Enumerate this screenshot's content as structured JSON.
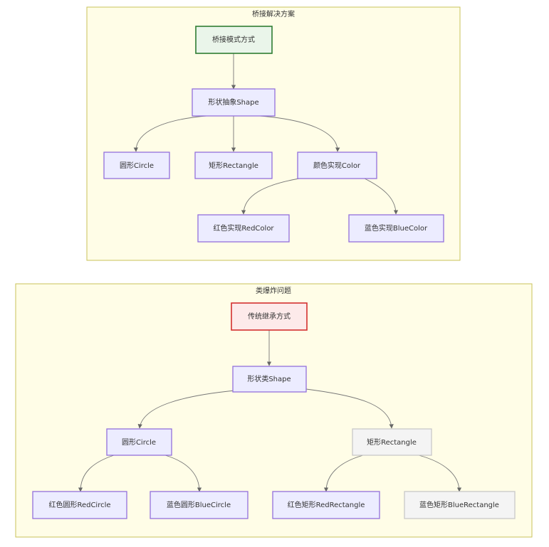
{
  "clusters": {
    "bridge": {
      "title": "桥接解决方案"
    },
    "explosion": {
      "title": "类爆炸问题"
    }
  },
  "nodes": {
    "bridge_mode": "桥接模式方式",
    "shape_abstract": "形状抽象Shape",
    "circle_a": "圆形Circle",
    "rectangle_a": "矩形Rectangle",
    "color_impl": "颜色实现Color",
    "red_color": "红色实现RedColor",
    "blue_color": "蓝色实现BlueColor",
    "traditional": "传统继承方式",
    "shape_class": "形状类Shape",
    "circle_b": "圆形Circle",
    "rectangle_b": "矩形Rectangle",
    "red_circle": "红色圆形RedCircle",
    "blue_circle": "蓝色圆形BlueCircle",
    "red_rectangle": "红色矩形RedRectangle",
    "blue_rectangle": "蓝色矩形BlueRectangle"
  },
  "colors": {
    "cluster_fill": "#fffde7",
    "node_fill": "#ececff",
    "node_stroke": "#9370db",
    "green_stroke": "#2e7d32",
    "red_stroke": "#d32f2f"
  }
}
